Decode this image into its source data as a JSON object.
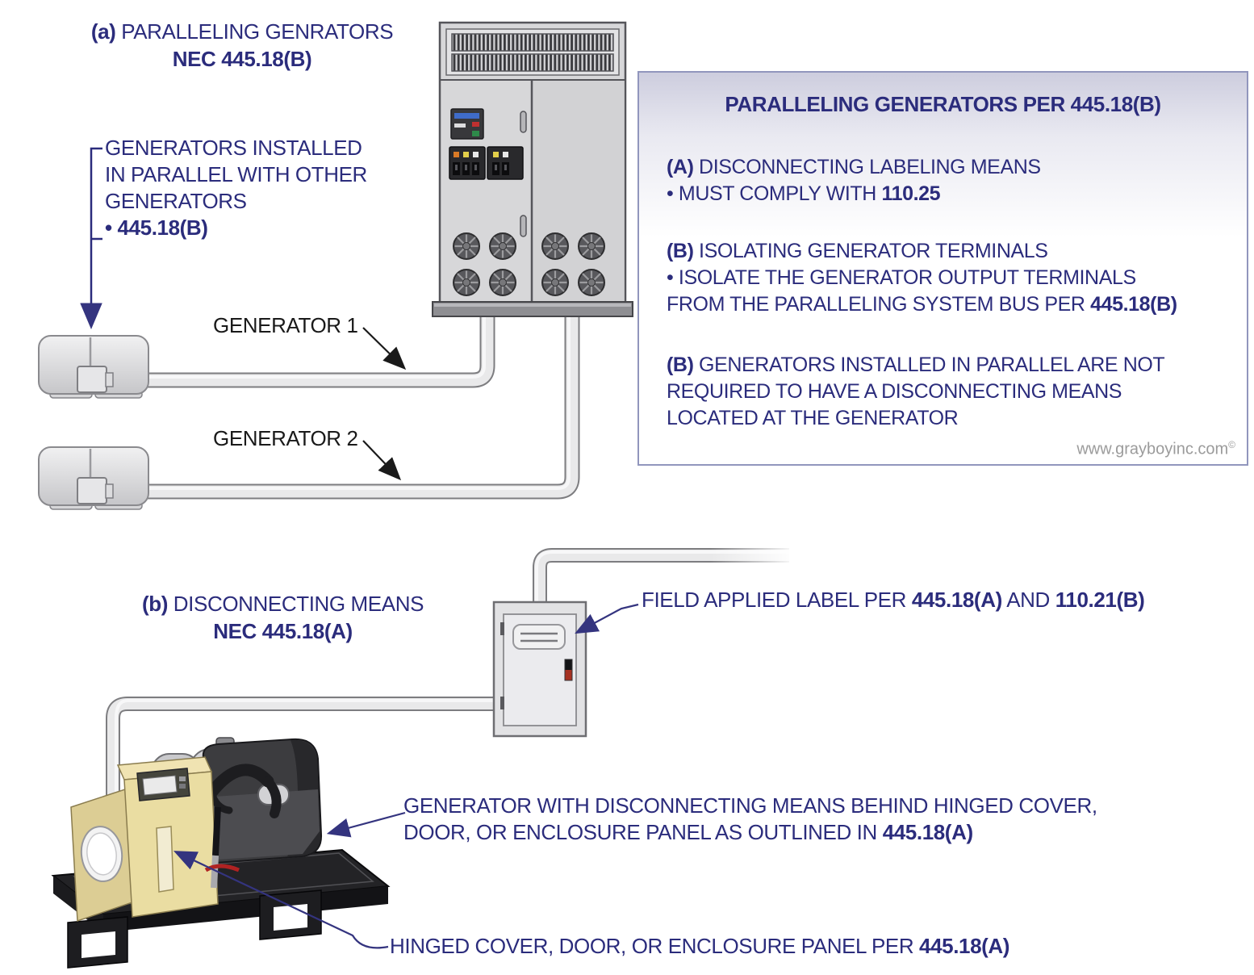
{
  "colors": {
    "navy_text": "#2b2c7c",
    "label_black": "#1a1a1a",
    "arrow_blue": "#34347f",
    "box_border": "#9196bd",
    "box_gradient_top": "#cdcdde",
    "watermark_gray": "#9b9b9b",
    "cabinet_gray": "#d7d7d9",
    "conduit_gray": "#e9e9ea",
    "cream_panel": "#eadda2",
    "skid_black": "#232326"
  },
  "section_a": {
    "title": {
      "prefix": "(a)",
      "text": " PARALLELING GENRATORS",
      "line2": "NEC 445.18(B)"
    },
    "callout": {
      "line1": "GENERATORS INSTALLED",
      "line2": "IN PARALLEL WITH OTHER",
      "line3": "GENERATORS",
      "line4": "• 445.18(B)"
    },
    "generator1_label": "GENERATOR 1",
    "generator2_label": "GENERATOR 2"
  },
  "info_box": {
    "title": "PARALLELING GENERATORS PER 445.18(B)",
    "para1": {
      "b1": "(A)",
      "t1": " DISCONNECTING LABELING MEANS",
      "t2": "• MUST COMPLY WITH ",
      "b2": "110.25"
    },
    "para2": {
      "b1": "(B)",
      "t1": " ISOLATING GENERATOR TERMINALS",
      "t2": "• ISOLATE THE GENERATOR OUTPUT TERMINALS",
      "t3": "FROM THE PARALLELING SYSTEM BUS PER ",
      "b2": "445.18(B)"
    },
    "para3": {
      "b1": "(B)",
      "t1": " GENERATORS INSTALLED IN PARALLEL ARE NOT",
      "t2": "REQUIRED TO HAVE A DISCONNECTING MEANS",
      "t3": "LOCATED AT THE GENERATOR"
    },
    "watermark": "www.grayboyinc.com",
    "watermark_symbol": "©"
  },
  "section_b": {
    "title": {
      "prefix": "(b)",
      "text": " DISCONNECTING MEANS",
      "line2": "NEC 445.18(A)"
    },
    "field_label": {
      "t1": "FIELD APPLIED LABEL PER ",
      "b1": "445.18(A)",
      "t2": " AND ",
      "b2": "110.21(B)"
    },
    "generator_note": {
      "t1": "GENERATOR WITH DISCONNECTING MEANS BEHIND HINGED COVER,",
      "t2": "DOOR, OR ENCLOSURE PANEL AS OUTLINED IN ",
      "b1": "445.18(A)"
    },
    "hinged_note": {
      "t1": "HINGED COVER, DOOR, OR ENCLOSURE PANEL PER ",
      "b1": "445.18(A)"
    }
  }
}
